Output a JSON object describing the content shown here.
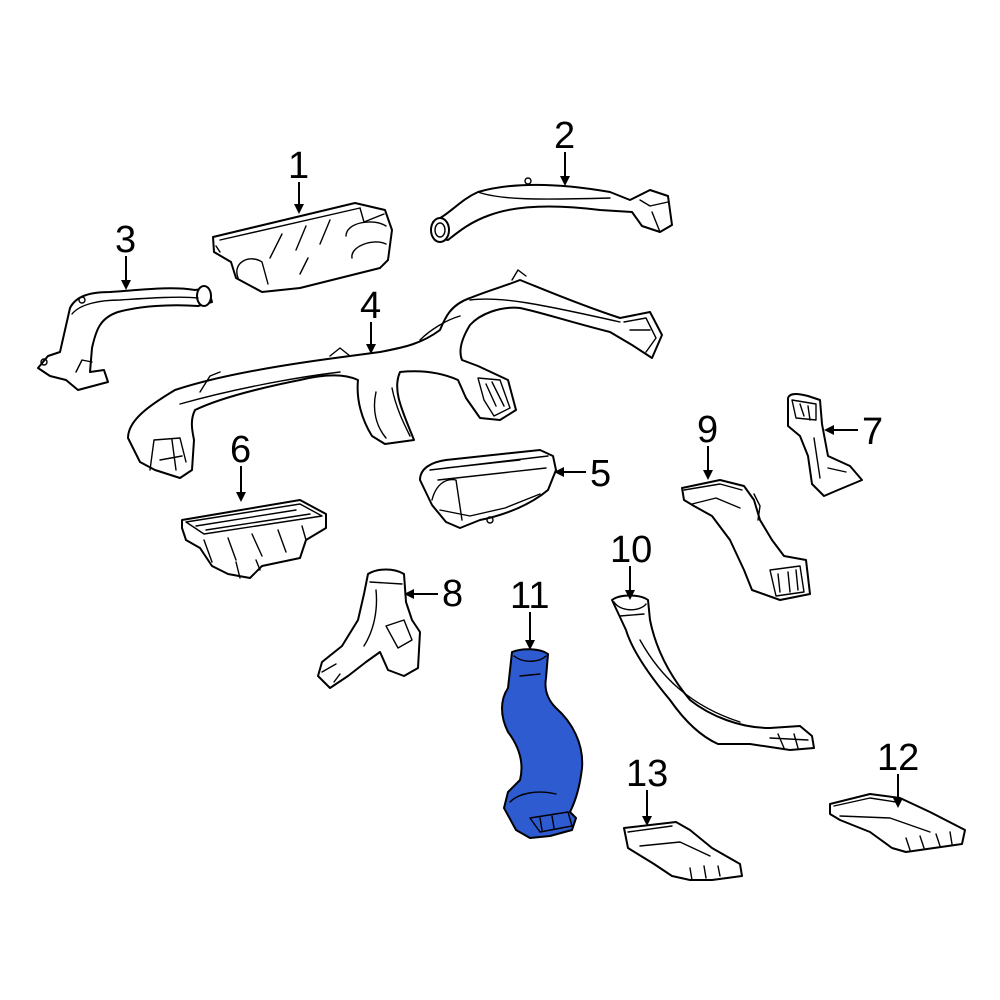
{
  "colors": {
    "highlight": "#2f5bd0",
    "line": "#000000",
    "background": "#ffffff"
  },
  "callouts": [
    {
      "id": "1",
      "label": "1"
    },
    {
      "id": "2",
      "label": "2"
    },
    {
      "id": "3",
      "label": "3"
    },
    {
      "id": "4",
      "label": "4"
    },
    {
      "id": "5",
      "label": "5"
    },
    {
      "id": "6",
      "label": "6"
    },
    {
      "id": "7",
      "label": "7"
    },
    {
      "id": "8",
      "label": "8"
    },
    {
      "id": "9",
      "label": "9"
    },
    {
      "id": "10",
      "label": "10"
    },
    {
      "id": "11",
      "label": "11"
    },
    {
      "id": "12",
      "label": "12"
    },
    {
      "id": "13",
      "label": "13"
    }
  ],
  "highlighted_part": "11"
}
